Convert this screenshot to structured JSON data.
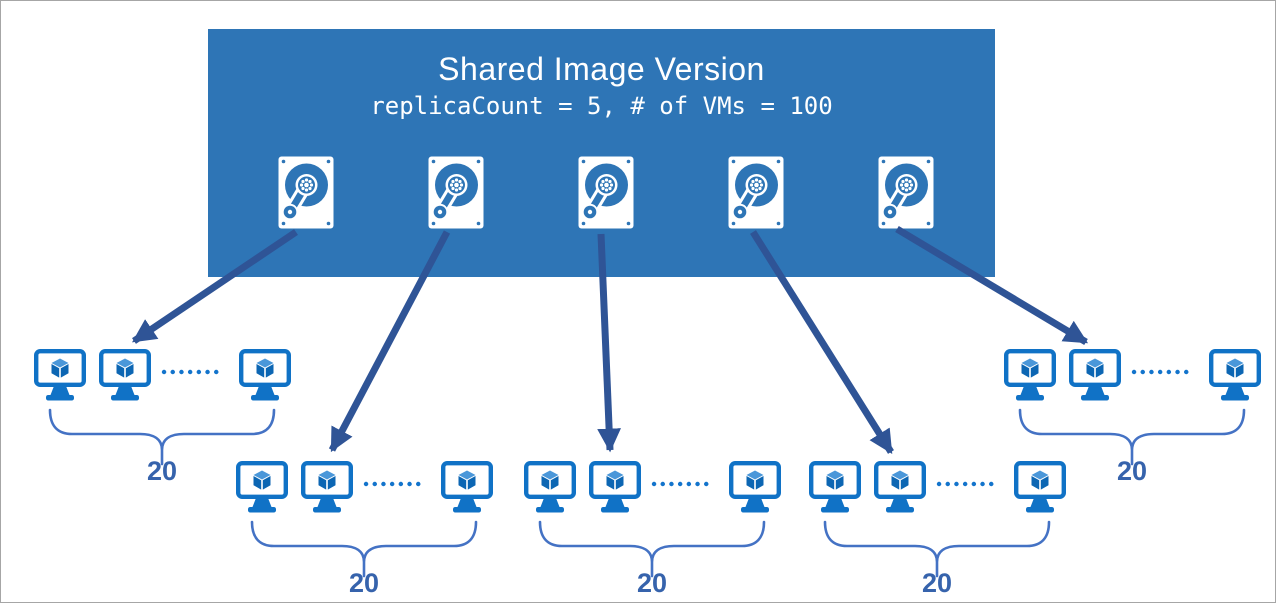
{
  "diagram": {
    "title": "Shared Image Version",
    "subtitle": "replicaCount = 5, # of VMs = 100",
    "replica_count": 5,
    "total_vms": 100,
    "groups": [
      {
        "name": "vm-group-1",
        "vm_count_label": "20"
      },
      {
        "name": "vm-group-2",
        "vm_count_label": "20"
      },
      {
        "name": "vm-group-3",
        "vm_count_label": "20"
      },
      {
        "name": "vm-group-4",
        "vm_count_label": "20"
      },
      {
        "name": "vm-group-5",
        "vm_count_label": "20"
      }
    ],
    "icons": {
      "disk": "managed-disk-icon",
      "vm": "virtual-machine-icon",
      "arrow": "replication-arrow",
      "brace": "group-brace"
    },
    "colors": {
      "header_bg": "#2E75B6",
      "header_text": "#FFFFFF",
      "vm_icon_blue": "#1072C6",
      "cube_top_blue": "#4A97D9",
      "cube_side_blue": "#0C66B3",
      "arrow_navy": "#2F5496",
      "brace_blue": "#4472C4",
      "count_label_blue": "#3663AC",
      "dots_blue": "#1374CC",
      "canvas_border": "#A6A6A6"
    }
  }
}
